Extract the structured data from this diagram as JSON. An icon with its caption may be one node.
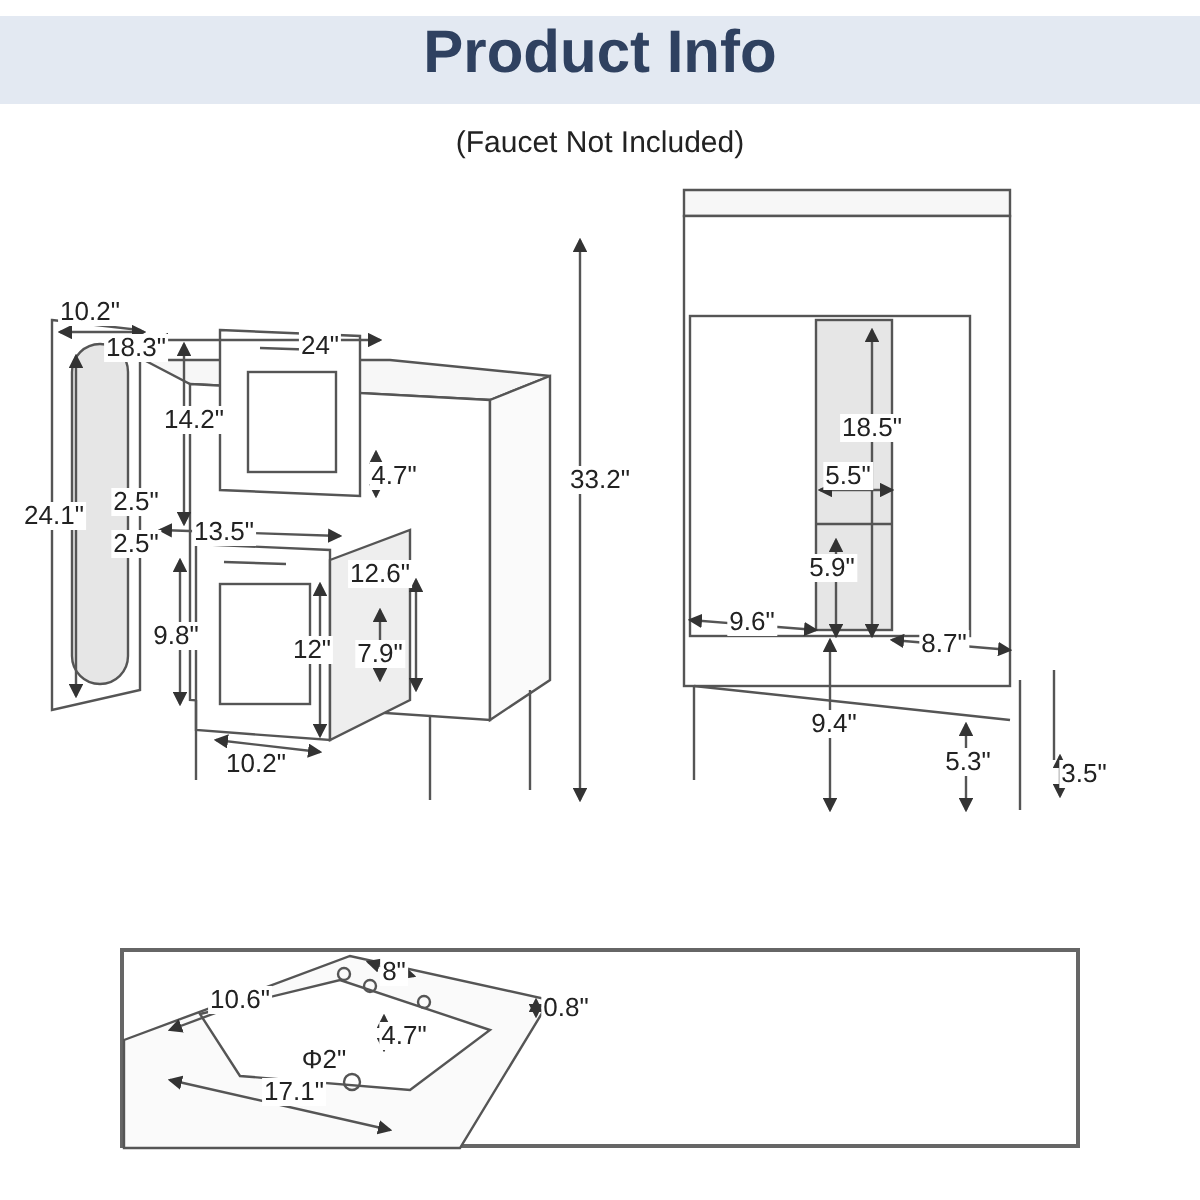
{
  "diagram": {
    "title": "Product Info",
    "labels": [
      "(Faucet Not Included)",
      "18.3\"",
      "24\"",
      "10.2\"",
      "14.2\"",
      "4.7\"",
      "33.2\"",
      "24.1\"",
      "2.5\"",
      "13.5\"",
      "2.5\"",
      "12.6\"",
      "9.8\"",
      "12\"",
      "7.9\"",
      "10.2\"",
      "18.5\"",
      "5.5\"",
      "5.9\"",
      "9.6\"",
      "8.7\"",
      "9.4\"",
      "5.3\"",
      "3.5\"",
      "8\"",
      "10.6\"",
      "0.8\"",
      "4.7\"",
      "Φ2\"",
      "17.1\""
    ]
  }
}
